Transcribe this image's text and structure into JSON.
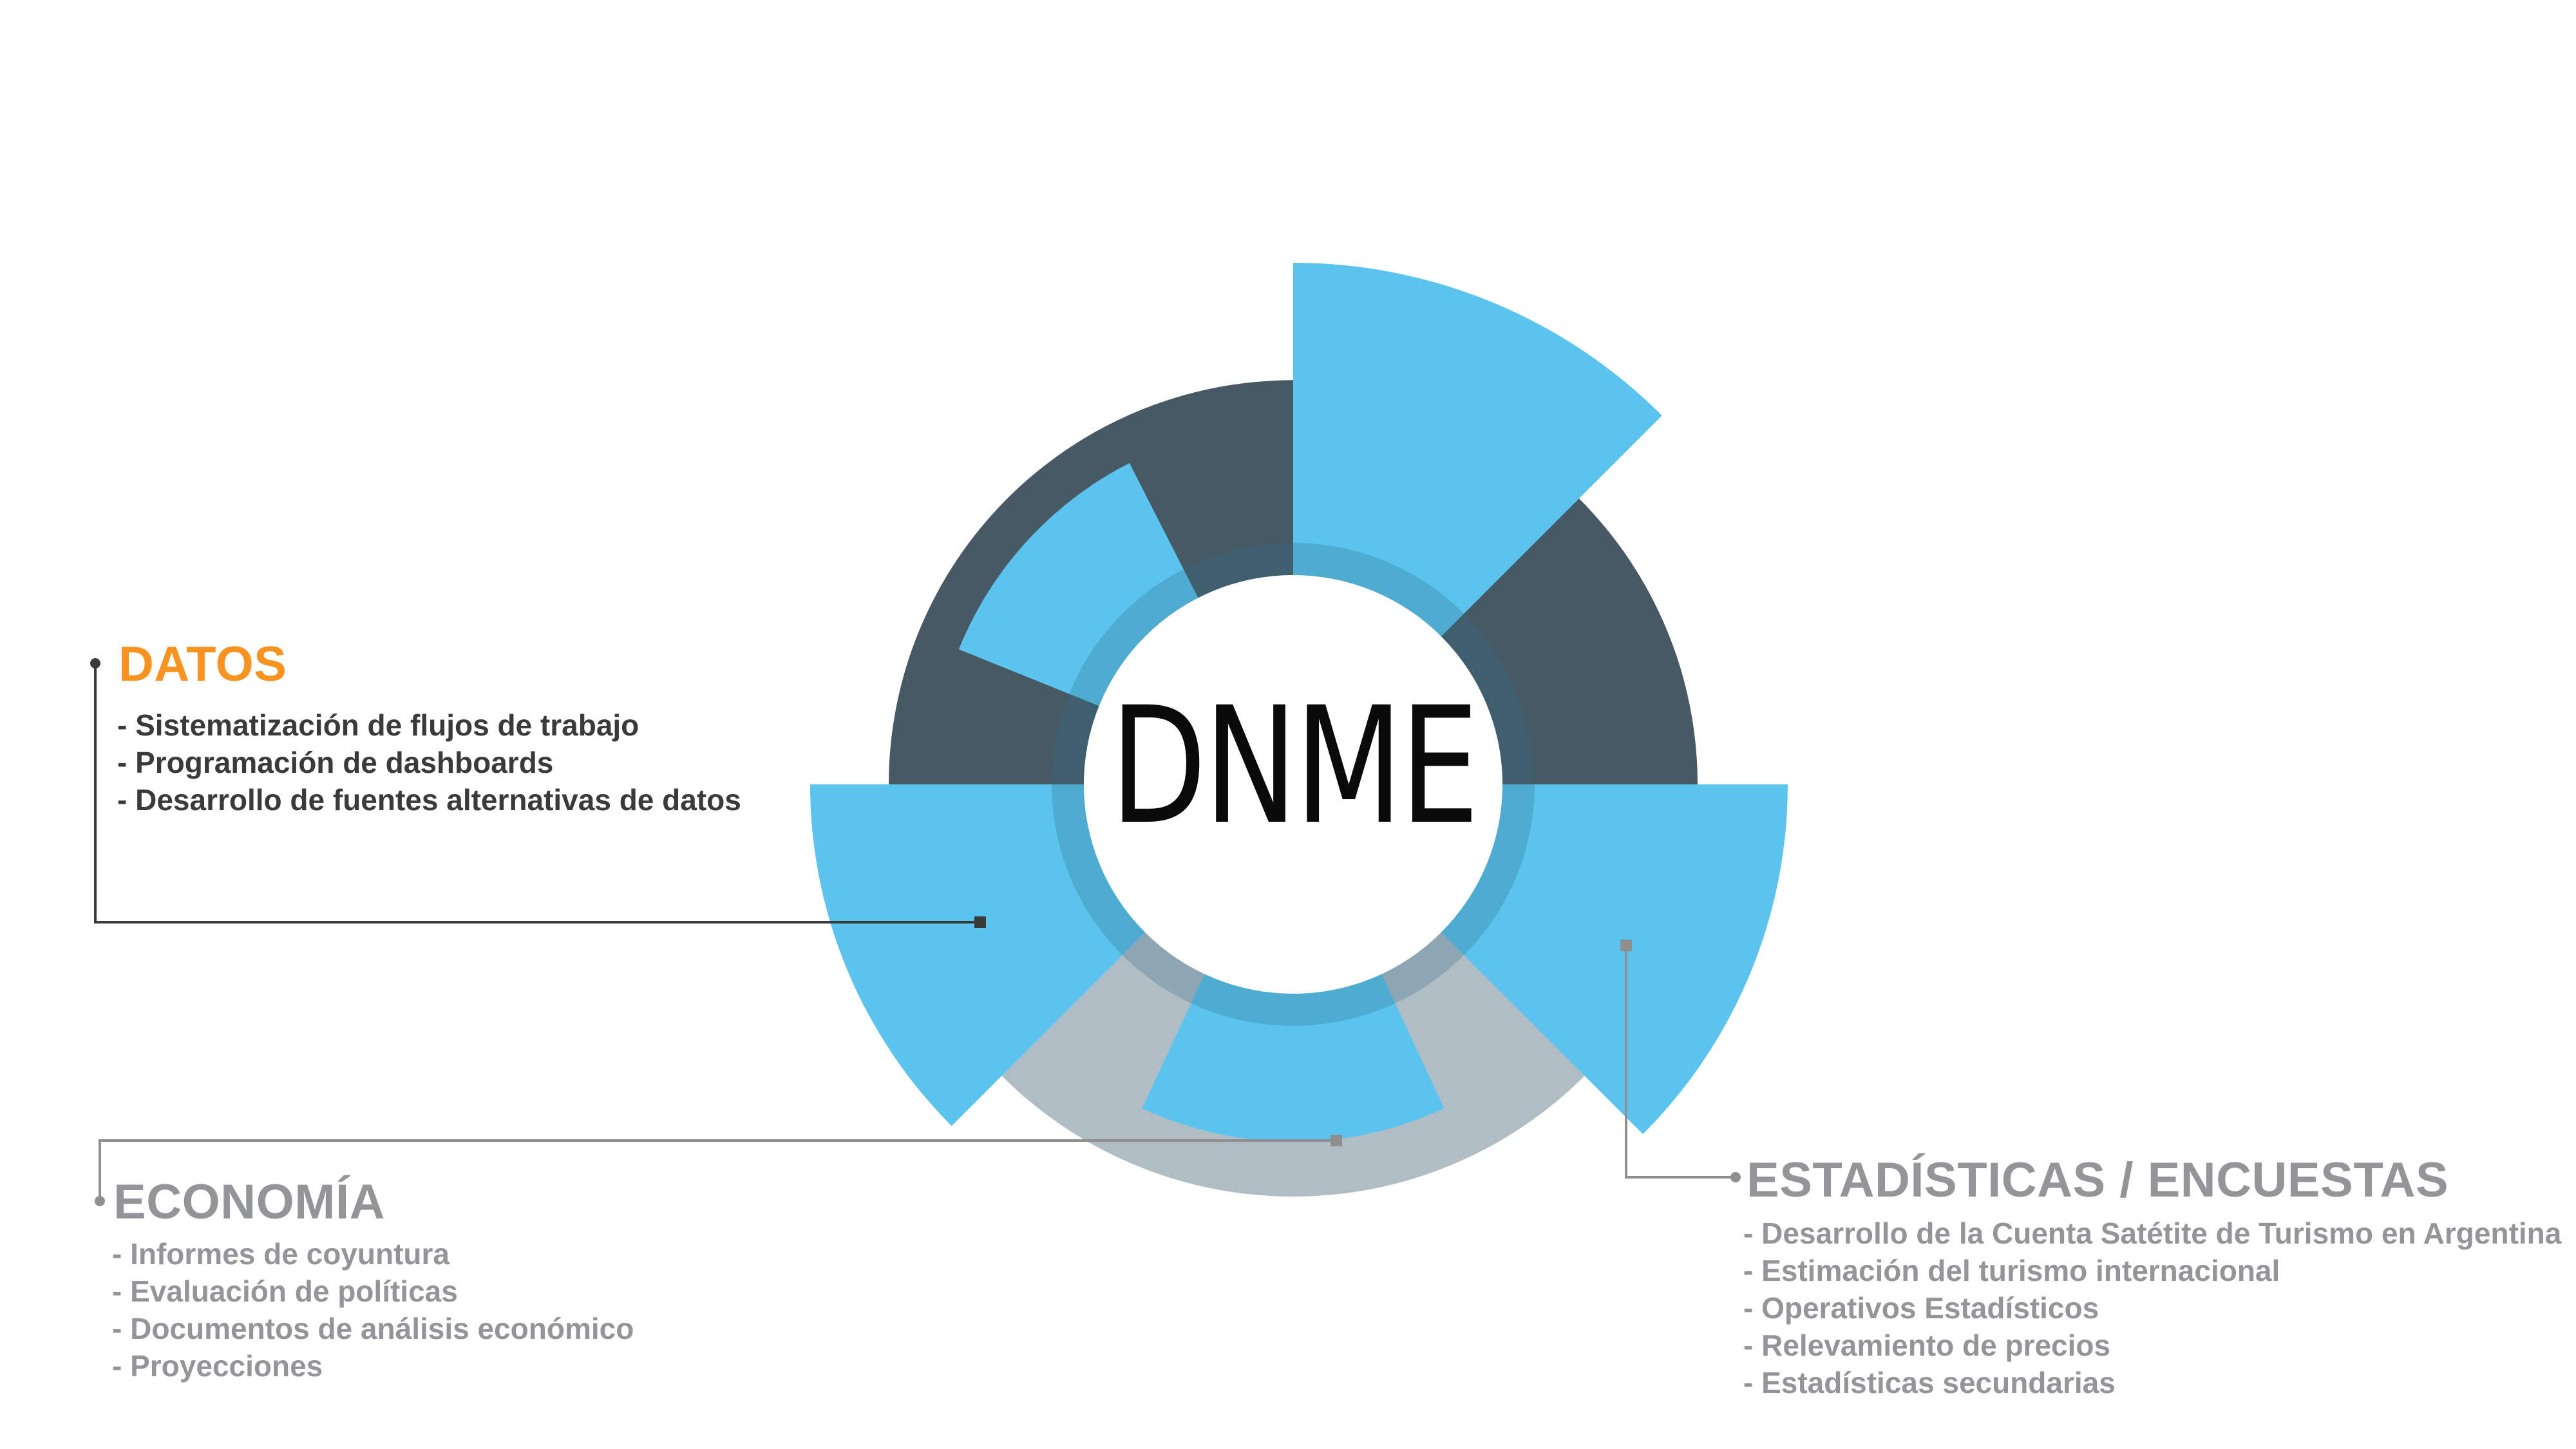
{
  "center": {
    "label": "DNME"
  },
  "colors": {
    "light_blue": "#5bc4ee",
    "dark_slate": "#465964",
    "light_gray": "#b1bdc4",
    "orange": "#f7931e",
    "section_gray": "#939598",
    "list_dark": "#3a3a3a",
    "list_gray": "#939598",
    "connector_dark": "#3a3a3a",
    "connector_gray": "#8f8f8f"
  },
  "sections": {
    "datos": {
      "title": "DATOS",
      "items": [
        "- Sistematización de flujos de trabajo",
        "- Programación de dashboards",
        "- Desarrollo de fuentes alternativas de datos"
      ]
    },
    "economia": {
      "title": "ECONOMÍA",
      "items": [
        "- Informes de coyuntura",
        "- Evaluación de políticas",
        "- Documentos de análisis económico",
        "- Proyecciones"
      ]
    },
    "estadisticas": {
      "title": "ESTADÍSTICAS / ENCUESTAS",
      "items": [
        "- Desarrollo de la Cuenta Satétite de Turismo en Argentina",
        "- Estimación del turismo internacional",
        "- Operativos Estadísticos",
        "- Relevamiento de precios",
        "- Estadísticas secundarias"
      ]
    }
  }
}
